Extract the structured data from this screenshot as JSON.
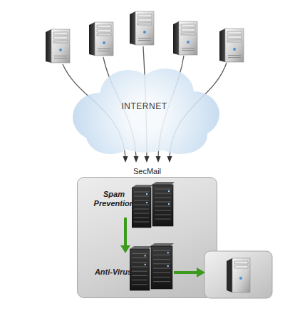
{
  "diagram": {
    "nodes": [
      {
        "text": [
          "INTERNET"
        ]
      },
      {
        "text": [
          "SecMail"
        ]
      },
      {
        "text": [
          "Spam Prevention"
        ],
        "in": 1
      },
      {
        "text": [
          "Anti-Virus"
        ],
        "in": 1
      }
    ],
    "edges": [
      {
        "from": 2,
        "to": 3,
        "arrow": "to"
      }
    ]
  }
}
